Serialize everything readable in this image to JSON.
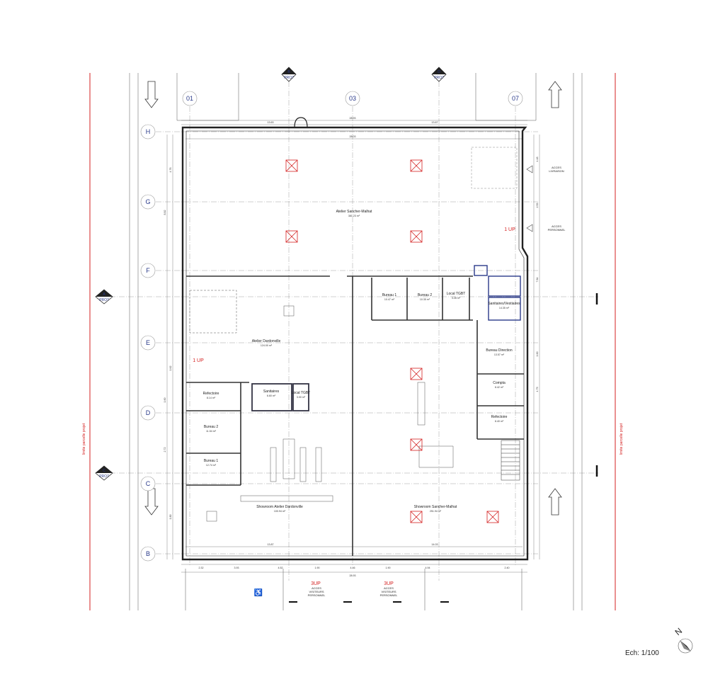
{
  "grid": {
    "columns": [
      "01",
      "03",
      "07"
    ],
    "rows": [
      "H",
      "G",
      "F",
      "E",
      "D",
      "C",
      "B"
    ]
  },
  "sections": [
    {
      "letter": "B",
      "ref": "PRO7"
    },
    {
      "letter": "D",
      "ref": "PRO7"
    },
    {
      "letter": "A",
      "ref": "PRO7"
    },
    {
      "letter": "C",
      "ref": "PRO7"
    }
  ],
  "rooms": {
    "atelier_sancher": {
      "name": "Atelier Sancher-Malhat",
      "area": "381.23 m²"
    },
    "atelier_dardonville": {
      "name": "Atelier Dardonville",
      "area": "124.00 m²"
    },
    "refectoire_left": {
      "name": "Refectoire",
      "area": "8.14 m²"
    },
    "sanitaires_left": {
      "name": "Sanitaires",
      "area": "6.60 m²"
    },
    "local_tgbt_left": {
      "name": "Local TGBT",
      "area": "3.00 m²"
    },
    "bureau2_left": {
      "name": "Bureau 2",
      "area": "11.54 m²"
    },
    "bureau1_left": {
      "name": "Bureau 1",
      "area": "12.74 m²"
    },
    "showroom_dardonville": {
      "name": "Showroom Atelier Dardonville",
      "area": "100.94 m²"
    },
    "showroom_sancher": {
      "name": "Showroom Sancher-Malhat",
      "area": "251.94 m²"
    },
    "bureau1_right": {
      "name": "Bureau 1",
      "area": "10.47 m²"
    },
    "bureau2_right": {
      "name": "Bureau 2",
      "area": "10.35 m²"
    },
    "local_tgbt_right": {
      "name": "Local TGBT",
      "area": "3.28 m²"
    },
    "sanitaires_vestiaires": {
      "name": "Sanitaires/Vestiaires",
      "area": "14.35 m²"
    },
    "bureau_direction": {
      "name": "Bureau Direction",
      "area": "13.57 m²"
    },
    "compta": {
      "name": "Compta",
      "area": "8.42 m²"
    },
    "refectoire_right": {
      "name": "Refectoire",
      "area": "8.40 m²"
    }
  },
  "up_markers": [
    "1 UP",
    "1 UP",
    "3UP",
    "3UP"
  ],
  "accesses": {
    "livraison": [
      "ACCES",
      "LIVRAISON"
    ],
    "personnel": [
      "ACCES",
      "PERSONNEL"
    ],
    "visiteurs_left": [
      "ACCES",
      "VISITEURS",
      "PERSONNEL"
    ],
    "visiteurs_right": [
      "ACCES",
      "VISITEURS",
      "PERSONNEL"
    ]
  },
  "dimensions": {
    "top_total": "28.93",
    "top_left": "13.63",
    "top_right": "13.67",
    "top_inner": "28.03",
    "bottom_segments": [
      "2.32",
      "3.93",
      "4.52",
      "1.90",
      "4.46",
      "1.90",
      "4.94",
      "2.40"
    ],
    "bottom_total": "28.93",
    "bottom_inner_left": "13.87",
    "bottom_inner_right": "14.03",
    "left_dims": [
      "4.76",
      "8.82",
      "1.62",
      "1.60",
      "2.72",
      "1.80"
    ],
    "right_dims": [
      "4.48",
      "2.53",
      "7.84",
      "1.60",
      "4.79"
    ]
  },
  "limit_text": "limite parcelle projet",
  "scale": "Ech: 1/100",
  "north": "N"
}
